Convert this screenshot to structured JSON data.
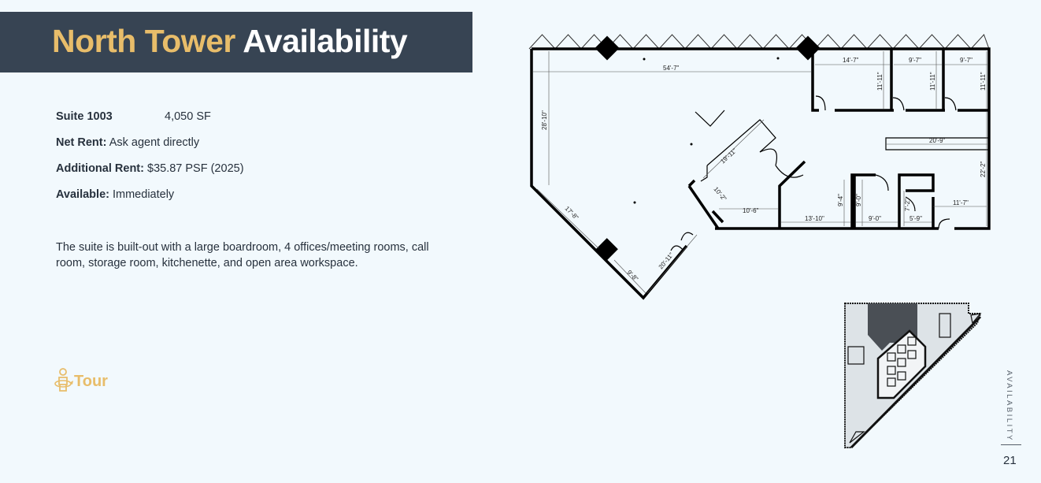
{
  "header": {
    "title_gold": "North Tower",
    "title_white": "Availability"
  },
  "suite": {
    "label": "Suite  1003",
    "area": "4,050 SF",
    "net_rent_label": "Net Rent:",
    "net_rent_value": "Ask agent directly",
    "additional_rent_label": "Additional Rent:",
    "additional_rent_value": "$35.87 PSF (2025)",
    "available_label": "Available:",
    "available_value": "Immediately"
  },
  "description": "The suite is built-out with a large boardroom, 4 offices/meeting rooms, call room, storage room, kitchenette, and open area workspace.",
  "tour_label": "Tour",
  "floorplan": {
    "dimensions": [
      "54'-7\"",
      "28'-10\"",
      "14'-7\"",
      "9'-7\"",
      "9'-7\"",
      "11'-11\"",
      "11'-11\"",
      "11'-11\"",
      "20'-9\"",
      "22'-2\"",
      "19'-11\"",
      "10'-2\"",
      "10'-6\"",
      "13'-10\"",
      "9'-4\"",
      "9'-0\"",
      "9'-0\"",
      "7'-2\"",
      "5'-9\"",
      "11'-7\"",
      "17'-8\"",
      "9'-8\"",
      "20'-11\""
    ]
  },
  "side_label": "AVAILABILITY",
  "page_number": "21",
  "colors": {
    "header_bg": "#374453",
    "gold": "#e8bd6a",
    "page_bg": "#f2f9fd"
  }
}
